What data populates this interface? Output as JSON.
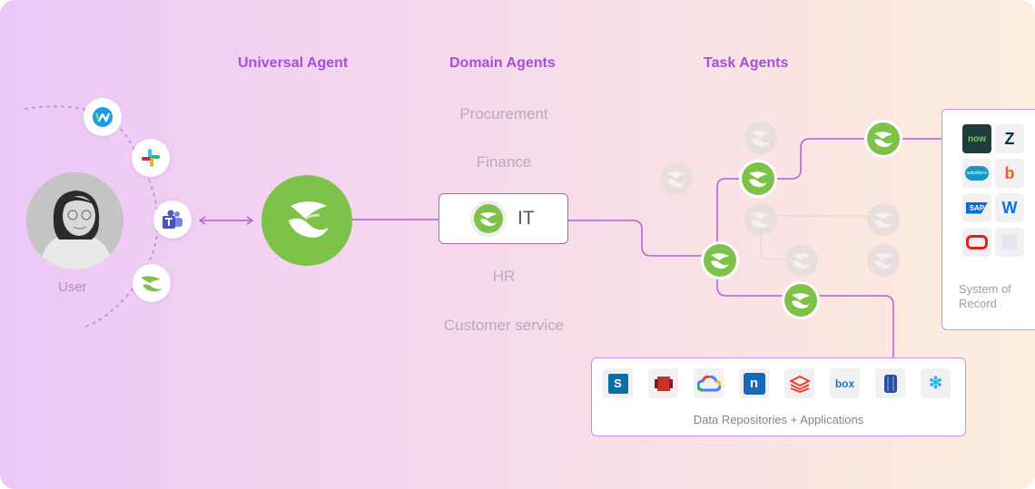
{
  "headings": {
    "universal": "Universal Agent",
    "domain": "Domain Agents",
    "task": "Task Agents"
  },
  "domains": {
    "procurement": "Procurement",
    "finance": "Finance",
    "it": "IT",
    "hr": "HR",
    "customer_service": "Customer service"
  },
  "user": {
    "label": "User"
  },
  "channels": [
    "webex-icon",
    "slack-icon",
    "teams-icon",
    "agent-icon"
  ],
  "system_of_record": {
    "label_line1": "System of",
    "label_line2": "Record",
    "apps": [
      {
        "icon": "servicenow-icon",
        "text": "now",
        "color": "#1f3b3b"
      },
      {
        "icon": "zendesk-icon",
        "text": "Z",
        "color": "#03363d"
      },
      {
        "icon": "salesforce-icon",
        "text": "salesforce",
        "color": "#1798c1"
      },
      {
        "icon": "bamboohr-icon",
        "text": "b",
        "color": "#f15a22"
      },
      {
        "icon": "sap-icon",
        "text": "SAP",
        "color": "#0a6ed1"
      },
      {
        "icon": "workday-icon",
        "text": "W",
        "color": "#0875e1"
      },
      {
        "icon": "oracle-icon",
        "text": "",
        "color": "#e0211b"
      },
      {
        "icon": "placeholder-icon",
        "text": "",
        "color": "#dfe6f2"
      }
    ]
  },
  "repositories": {
    "label": "Data Repositories + Applications",
    "apps": [
      {
        "icon": "sharepoint-icon",
        "text": "S",
        "color": "#0b6ea8"
      },
      {
        "icon": "aws-redshift-icon",
        "text": "",
        "color": "#c7322a"
      },
      {
        "icon": "google-cloud-icon",
        "text": "",
        "color": "#4285f4"
      },
      {
        "icon": "confluence-icon",
        "text": "n",
        "color": "#1967b8"
      },
      {
        "icon": "databricks-icon",
        "text": "",
        "color": "#e8432e"
      },
      {
        "icon": "box-icon",
        "text": "box",
        "color": "#1a73c9"
      },
      {
        "icon": "database-icon",
        "text": "",
        "color": "#2e4d9a"
      },
      {
        "icon": "snowflake-icon",
        "text": "✻",
        "color": "#29b5e8"
      }
    ]
  },
  "colors": {
    "accent": "#a94ce0",
    "line": "#b45be0",
    "agent_green": "#7fc24a"
  }
}
